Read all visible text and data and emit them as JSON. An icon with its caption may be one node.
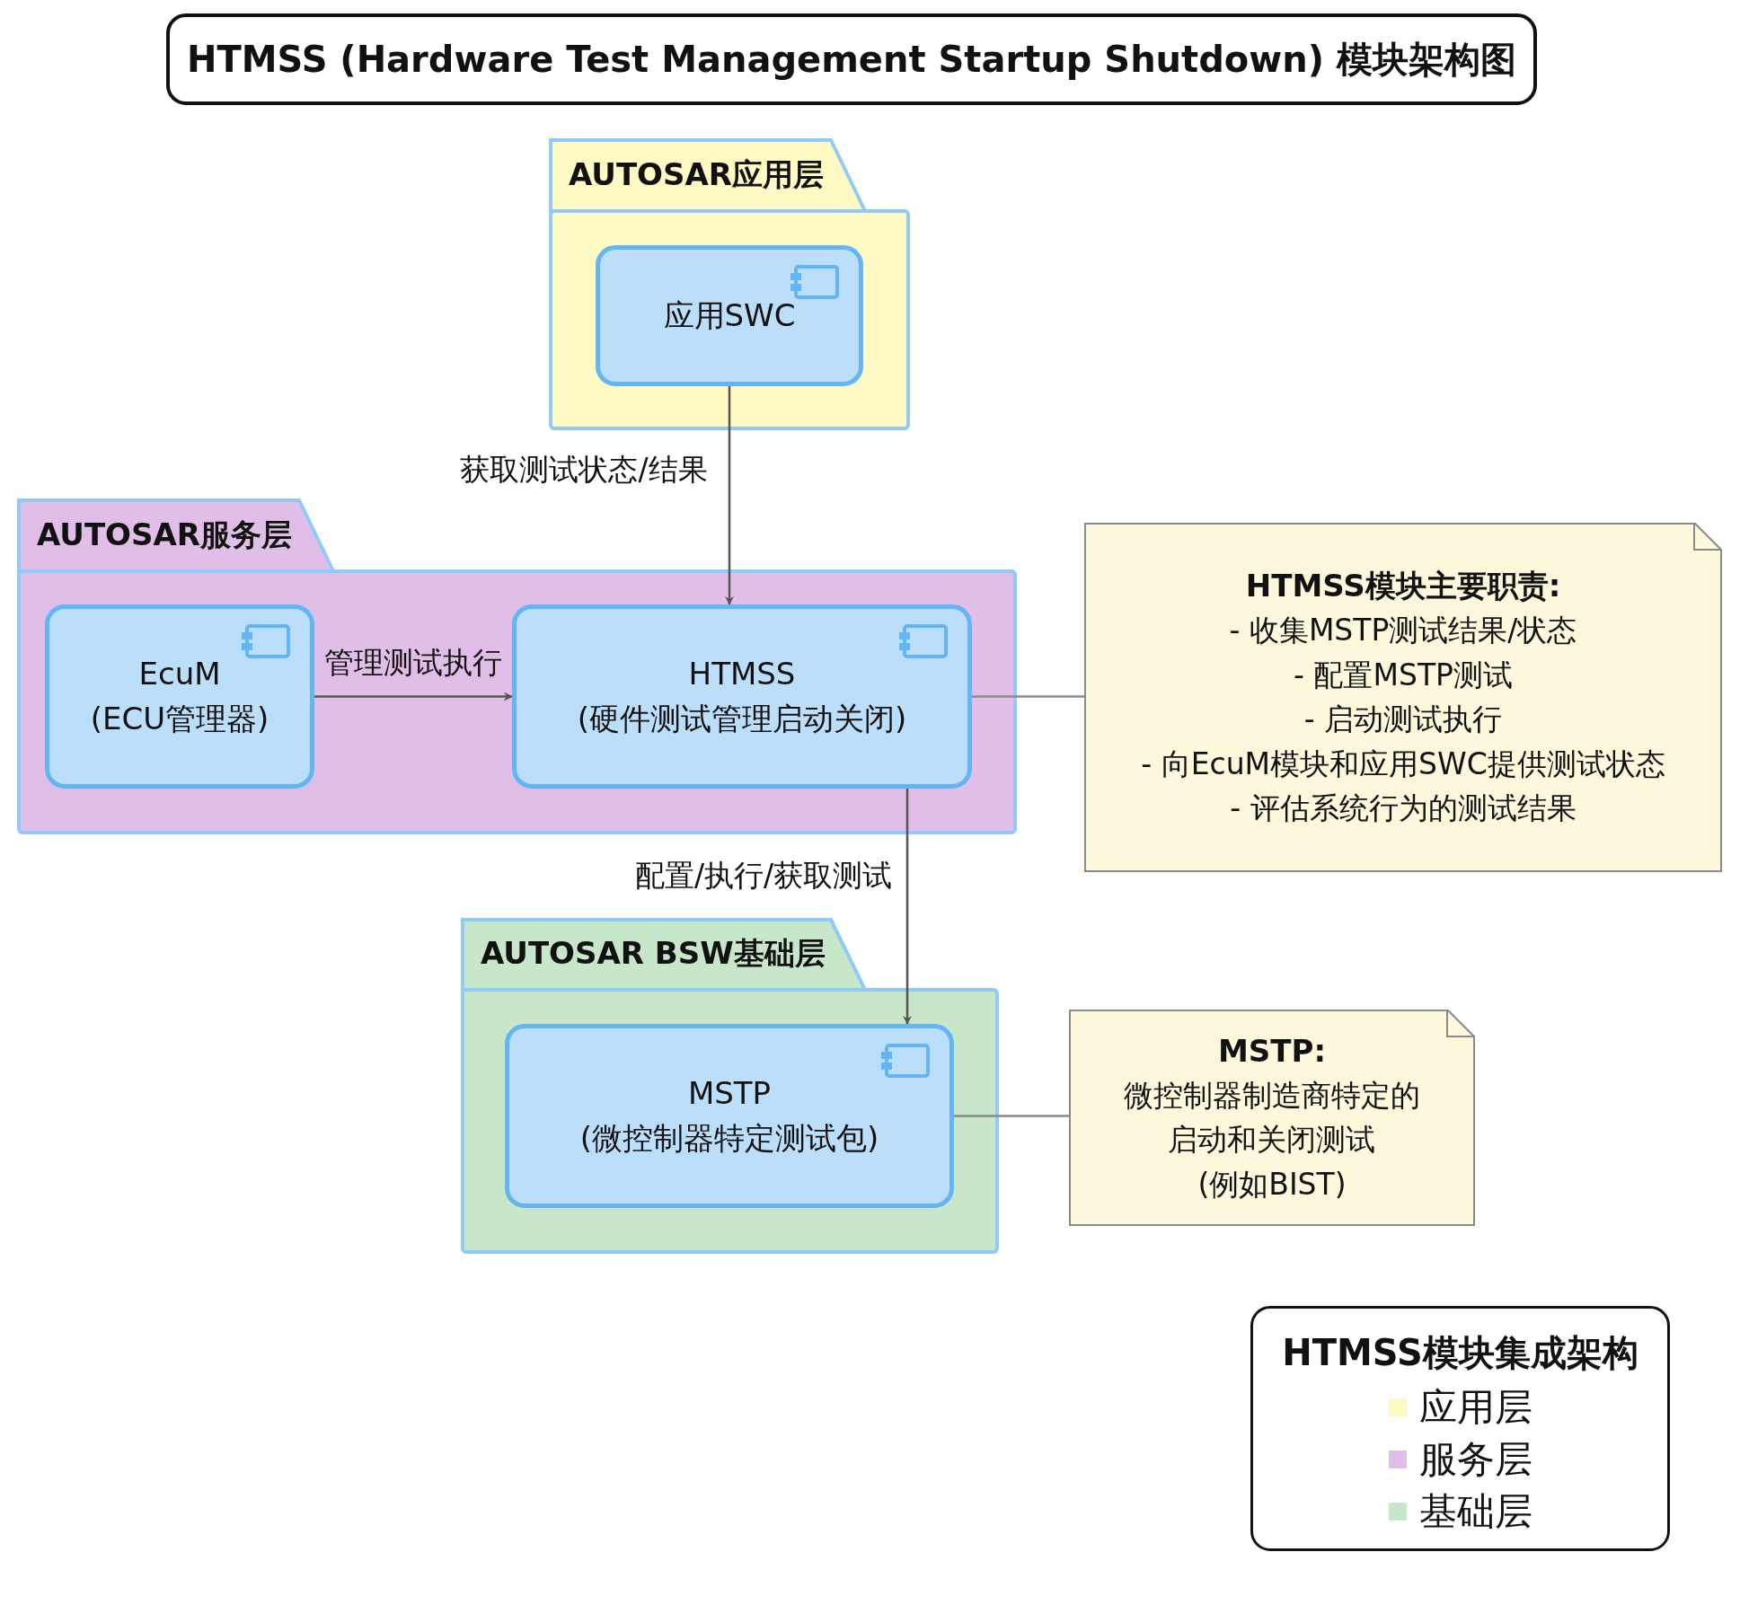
{
  "diagram": {
    "title": "HTMSS (Hardware Test Management Startup Shutdown) 模块架构图",
    "nodes": [
      {
        "text": [
          "AUTOSAR应用层"
        ]
      },
      {
        "text": [
          "应用SWC"
        ],
        "in": 0
      },
      {
        "text": [
          "AUTOSAR服务层"
        ]
      },
      {
        "text": [
          "EcuM (ECU管理器)"
        ],
        "in": 2
      },
      {
        "text": [
          "HTMSS (硬件测试管理启动关闭)"
        ],
        "in": 2
      },
      {
        "text": [
          "HTMSS模块主要职责:",
          "- 收集MSTP测试结果/状态",
          "- 配置MSTP测试",
          "- 启动测试执行",
          "- 向EcuM模块和应用SWC提供测试状态",
          "- 评估系统行为的测试结果"
        ]
      },
      {
        "text": [
          "AUTOSAR BSW基础层"
        ]
      },
      {
        "text": [
          "MSTP (微控制器特定测试包)"
        ],
        "in": 6
      },
      {
        "text": [
          "MSTP:",
          "微控制器制造商特定的启动和关闭测试 (例如BIST)"
        ]
      }
    ],
    "edges": [
      {
        "from": 1,
        "to": 4,
        "arrow": "to",
        "label": "获取测试状态/结果"
      },
      {
        "from": 3,
        "to": 4,
        "arrow": "to",
        "label": "管理测试执行"
      },
      {
        "from": 4,
        "to": 7,
        "arrow": "to",
        "label": "配置/执行/获取测试"
      },
      {
        "from": 5,
        "to": 4,
        "arrow": "none"
      },
      {
        "from": 8,
        "to": 7,
        "arrow": "none"
      }
    ],
    "labels": [
      "HTMSS模块集成架构"
    ],
    "legend": [
      {
        "text": "应用层",
        "color": "#fff9c4"
      },
      {
        "text": "服务层",
        "color": "#e1bee7"
      },
      {
        "text": "基础层",
        "color": "#c8e6c9"
      }
    ]
  }
}
